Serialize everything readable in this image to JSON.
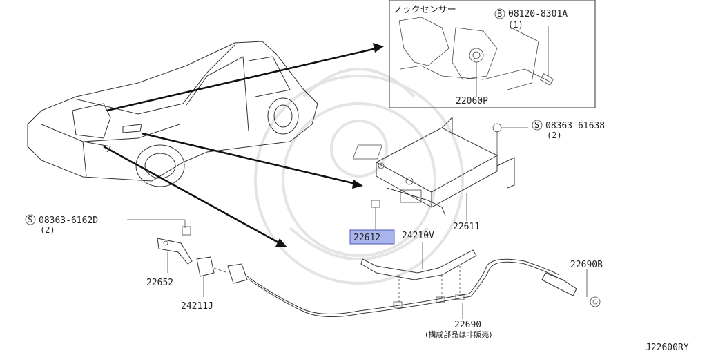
{
  "parts": {
    "knock_sensor_jp": "ノックセンサー",
    "bolt_top": "08120-8301A",
    "bolt_top_qty": "(1)",
    "sensor_part": "22060P",
    "screw_right": "08363-61638",
    "screw_right_qty": "(2)",
    "screw_left": "08363-6162D",
    "screw_left_qty": "(2)",
    "ecm": "22611",
    "ecm_small": "22612",
    "bracket": "24210V",
    "clip": "22652",
    "connector": "24211J",
    "harness": "22690",
    "harness_note": "(構成部品は非販売)",
    "o2_sensor": "22690B",
    "prefix_b": "B",
    "prefix_s": "S"
  },
  "diagram_id": "J22600RY"
}
